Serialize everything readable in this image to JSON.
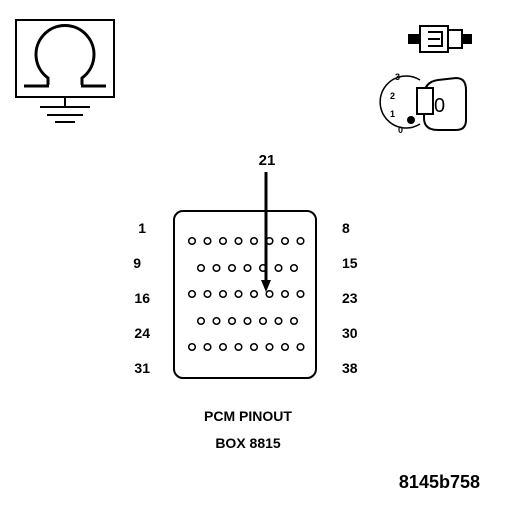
{
  "connector": {
    "pointer_label": "21",
    "rows": [
      {
        "left": "1",
        "right": "8",
        "pins": 8
      },
      {
        "left": "9",
        "right": "15",
        "pins": 7
      },
      {
        "left": "16",
        "right": "23",
        "pins": 8
      },
      {
        "left": "24",
        "right": "30",
        "pins": 7
      },
      {
        "left": "31",
        "right": "38",
        "pins": 8
      }
    ]
  },
  "caption": {
    "line1": "PCM PINOUT",
    "line2": "BOX 8815"
  },
  "ignition": {
    "state": "0",
    "positions": [
      "3",
      "2",
      "1",
      "0"
    ]
  },
  "figure_ref": "8145b758"
}
